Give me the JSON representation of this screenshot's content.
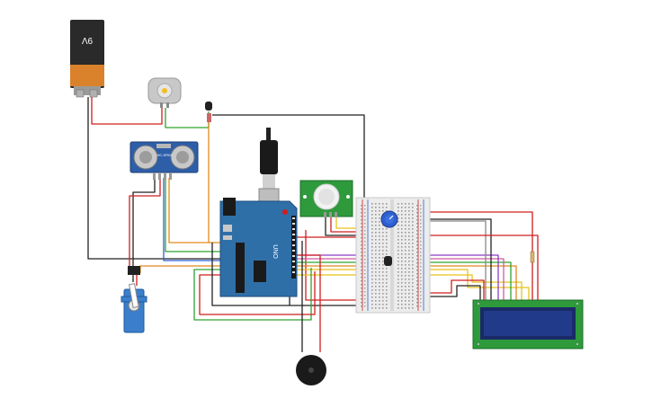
{
  "components": {
    "battery": {
      "label": "9V"
    },
    "ultrasonic": {
      "label": "HC-SR04"
    },
    "arduino": {
      "label": "UNO"
    }
  },
  "colors": {
    "wire_red": "#d11d1d",
    "wire_black": "#222222",
    "wire_green": "#2fa32f",
    "wire_yellow": "#e8c21a",
    "wire_orange": "#e08a1e",
    "wire_purple": "#8a3cc8",
    "wire_blue": "#2f5fd0",
    "wire_pink": "#d15aa0",
    "arduino_blue": "#2f6fa8",
    "pcb_green": "#2e9a3c",
    "lcd_screen": "#1a2a66",
    "breadboard": "#e9e9e9",
    "servo_blue": "#3b7fcc"
  }
}
